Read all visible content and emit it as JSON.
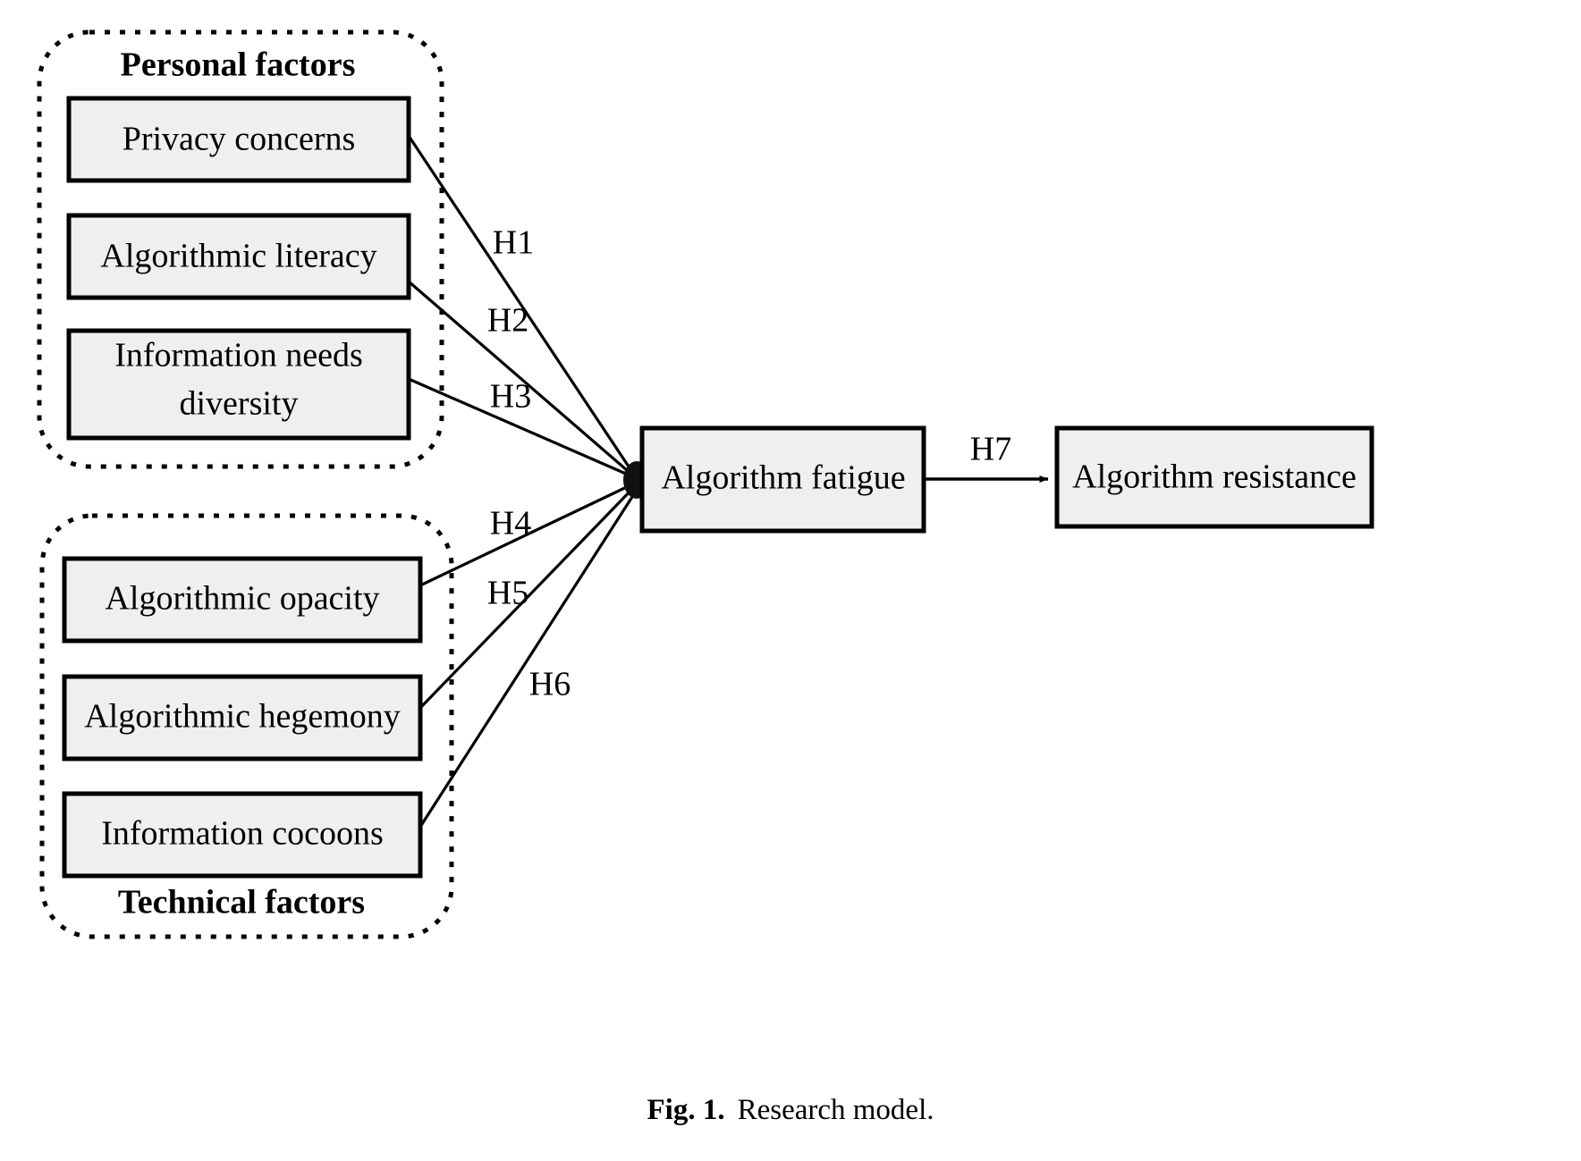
{
  "figure": {
    "caption_prefix": "Fig. 1.",
    "caption_text": "Research model."
  },
  "groups": [
    {
      "id": "personal-factors",
      "title": "Personal factors",
      "title_position": "top",
      "nodes": [
        "Privacy concerns",
        "Algorithmic literacy",
        "Information needs diversity"
      ]
    },
    {
      "id": "technical-factors",
      "title": "Technical factors",
      "title_position": "bottom",
      "nodes": [
        "Algorithmic opacity",
        "Algorithmic hegemony",
        "Information cocoons"
      ]
    }
  ],
  "nodes": {
    "privacy_concerns": "Privacy concerns",
    "algorithmic_literacy": "Algorithmic literacy",
    "information_needs_diversity_line1": "Information needs",
    "information_needs_diversity_line2": "diversity",
    "algorithmic_opacity": "Algorithmic opacity",
    "algorithmic_hegemony": "Algorithmic hegemony",
    "information_cocoons": "Information cocoons",
    "algorithm_fatigue": "Algorithm fatigue",
    "algorithm_resistance": "Algorithm resistance"
  },
  "hypotheses": [
    {
      "id": "H1",
      "label": "H1",
      "from": "Privacy concerns",
      "to": "Algorithm fatigue"
    },
    {
      "id": "H2",
      "label": "H2",
      "from": "Algorithmic literacy",
      "to": "Algorithm fatigue"
    },
    {
      "id": "H3",
      "label": "H3",
      "from": "Information needs diversity",
      "to": "Algorithm fatigue"
    },
    {
      "id": "H4",
      "label": "H4",
      "from": "Algorithmic opacity",
      "to": "Algorithm fatigue"
    },
    {
      "id": "H5",
      "label": "H5",
      "from": "Algorithmic hegemony",
      "to": "Algorithm fatigue"
    },
    {
      "id": "H6",
      "label": "H6",
      "from": "Information cocoons",
      "to": "Algorithm fatigue"
    },
    {
      "id": "H7",
      "label": "H7",
      "from": "Algorithm fatigue",
      "to": "Algorithm resistance"
    }
  ],
  "colors": {
    "box_fill": "#efefef",
    "box_stroke": "#000000",
    "line": "#000000",
    "background": "#ffffff"
  }
}
